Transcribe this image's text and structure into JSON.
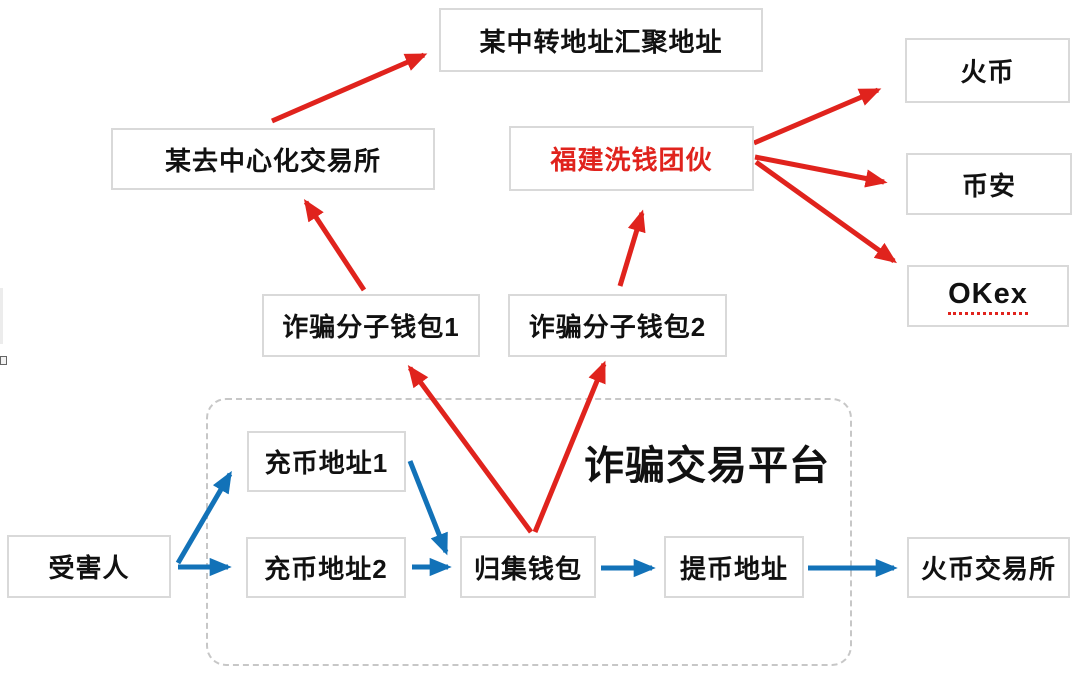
{
  "diagram": {
    "title_implicit": "crypto fraud fund-flow diagram",
    "colors": {
      "flow_blue": "#1272b8",
      "flow_red": "#e0231d",
      "box_border": "#d9d9d9",
      "dashed_border": "#c7c7c7",
      "text": "#111111"
    },
    "platform": {
      "label": "诈骗交易平台"
    },
    "nodes": {
      "transit": {
        "label": "某中转地址汇聚地址"
      },
      "dex": {
        "label": "某去中心化交易所"
      },
      "gang": {
        "label": "福建洗钱团伙",
        "text_color": "#e0231d"
      },
      "huobi": {
        "label": "火币"
      },
      "binance": {
        "label": "币安"
      },
      "okex": {
        "label": "OKex",
        "underline": "red-dotted"
      },
      "wallet1": {
        "label": "诈骗分子钱包1"
      },
      "wallet2": {
        "label": "诈骗分子钱包2"
      },
      "victim": {
        "label": "受害人"
      },
      "deposit1": {
        "label": "充币地址1"
      },
      "deposit2": {
        "label": "充币地址2"
      },
      "collect": {
        "label": "归集钱包"
      },
      "withdraw": {
        "label": "提币地址"
      },
      "huobi_ex": {
        "label": "火币交易所"
      }
    },
    "edges": [
      {
        "from": "受害人",
        "to": "充币地址1",
        "color": "blue"
      },
      {
        "from": "受害人",
        "to": "充币地址2",
        "color": "blue"
      },
      {
        "from": "充币地址1",
        "to": "归集钱包",
        "color": "blue"
      },
      {
        "from": "充币地址2",
        "to": "归集钱包",
        "color": "blue"
      },
      {
        "from": "归集钱包",
        "to": "提币地址",
        "color": "blue"
      },
      {
        "from": "提币地址",
        "to": "火币交易所",
        "color": "blue"
      },
      {
        "from": "归集钱包",
        "to": "诈骗分子钱包1",
        "color": "red"
      },
      {
        "from": "归集钱包",
        "to": "诈骗分子钱包2",
        "color": "red"
      },
      {
        "from": "诈骗分子钱包1",
        "to": "某去中心化交易所",
        "color": "red"
      },
      {
        "from": "诈骗分子钱包2",
        "to": "福建洗钱团伙",
        "color": "red"
      },
      {
        "from": "某去中心化交易所",
        "to": "某中转地址汇聚地址",
        "color": "red"
      },
      {
        "from": "福建洗钱团伙",
        "to": "火币",
        "color": "red"
      },
      {
        "from": "福建洗钱团伙",
        "to": "币安",
        "color": "red"
      },
      {
        "from": "福建洗钱团伙",
        "to": "OKex",
        "color": "red"
      }
    ]
  }
}
